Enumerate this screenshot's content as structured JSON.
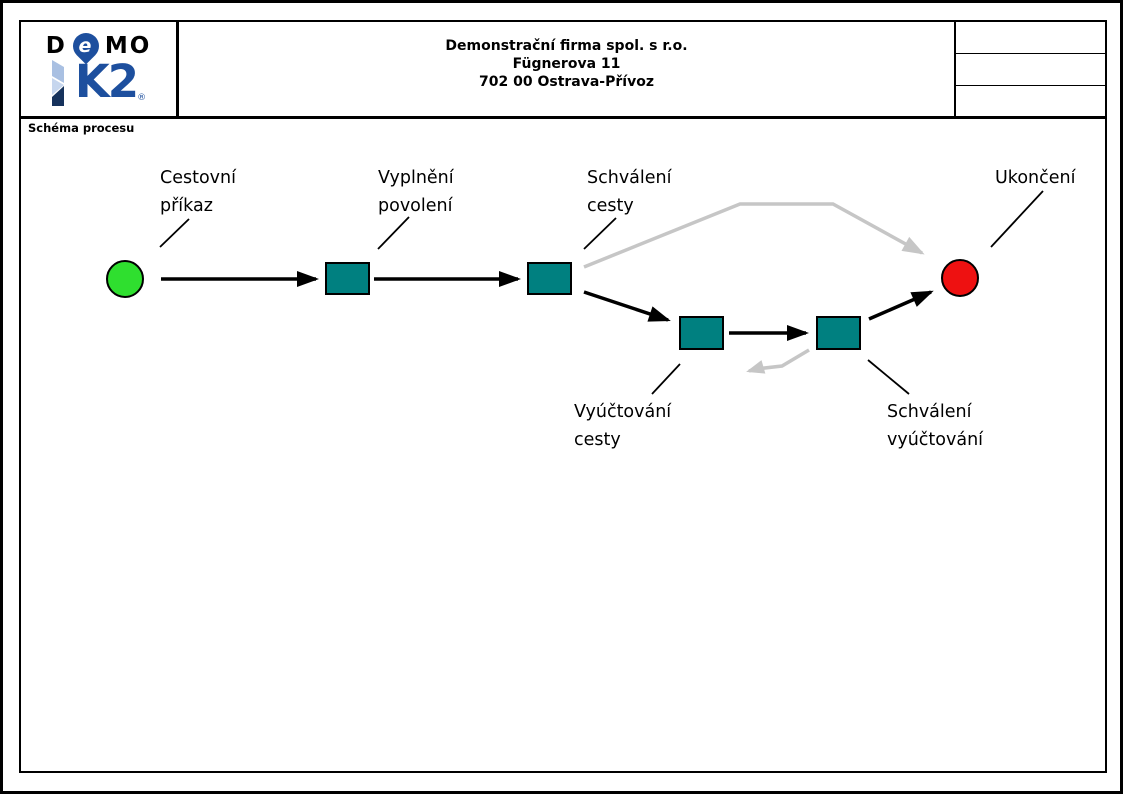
{
  "logo": {
    "demo_d": "D",
    "demo_e": "e",
    "demo_mo": "MO",
    "k2": "K2",
    "registered": "®"
  },
  "company": {
    "name": "Demonstrační firma spol. s r.o.",
    "street": "Fügnerova 11",
    "city": "702 00 Ostrava-Přívoz"
  },
  "section_title": "Schéma procesu",
  "diagram": {
    "nodes": [
      {
        "id": "start",
        "kind": "start-event",
        "label": "Cestovní\npříkaz"
      },
      {
        "id": "fill-permit",
        "kind": "activity",
        "label": "Vyplnění\npovolení"
      },
      {
        "id": "approve-trip",
        "kind": "activity",
        "label": "Schválení\ncesty"
      },
      {
        "id": "trip-billing",
        "kind": "activity",
        "label": "Vyúčtování\ncesty"
      },
      {
        "id": "approve-billing",
        "kind": "activity",
        "label": "Schválení\nvyúčtování"
      },
      {
        "id": "end",
        "kind": "end-event",
        "label": "Ukončení"
      }
    ]
  },
  "colors": {
    "node-activity": "#008080",
    "node-start": "#2fdf2f",
    "node-end": "#ee1111",
    "edge-main": "#000000",
    "edge-alt": "#c6c6c6",
    "logo-blue": "#1d4f9e",
    "logo-lightblue": "#a9c0e2",
    "logo-paleblue": "#c6d6ee",
    "logo-navy": "#16325c"
  }
}
